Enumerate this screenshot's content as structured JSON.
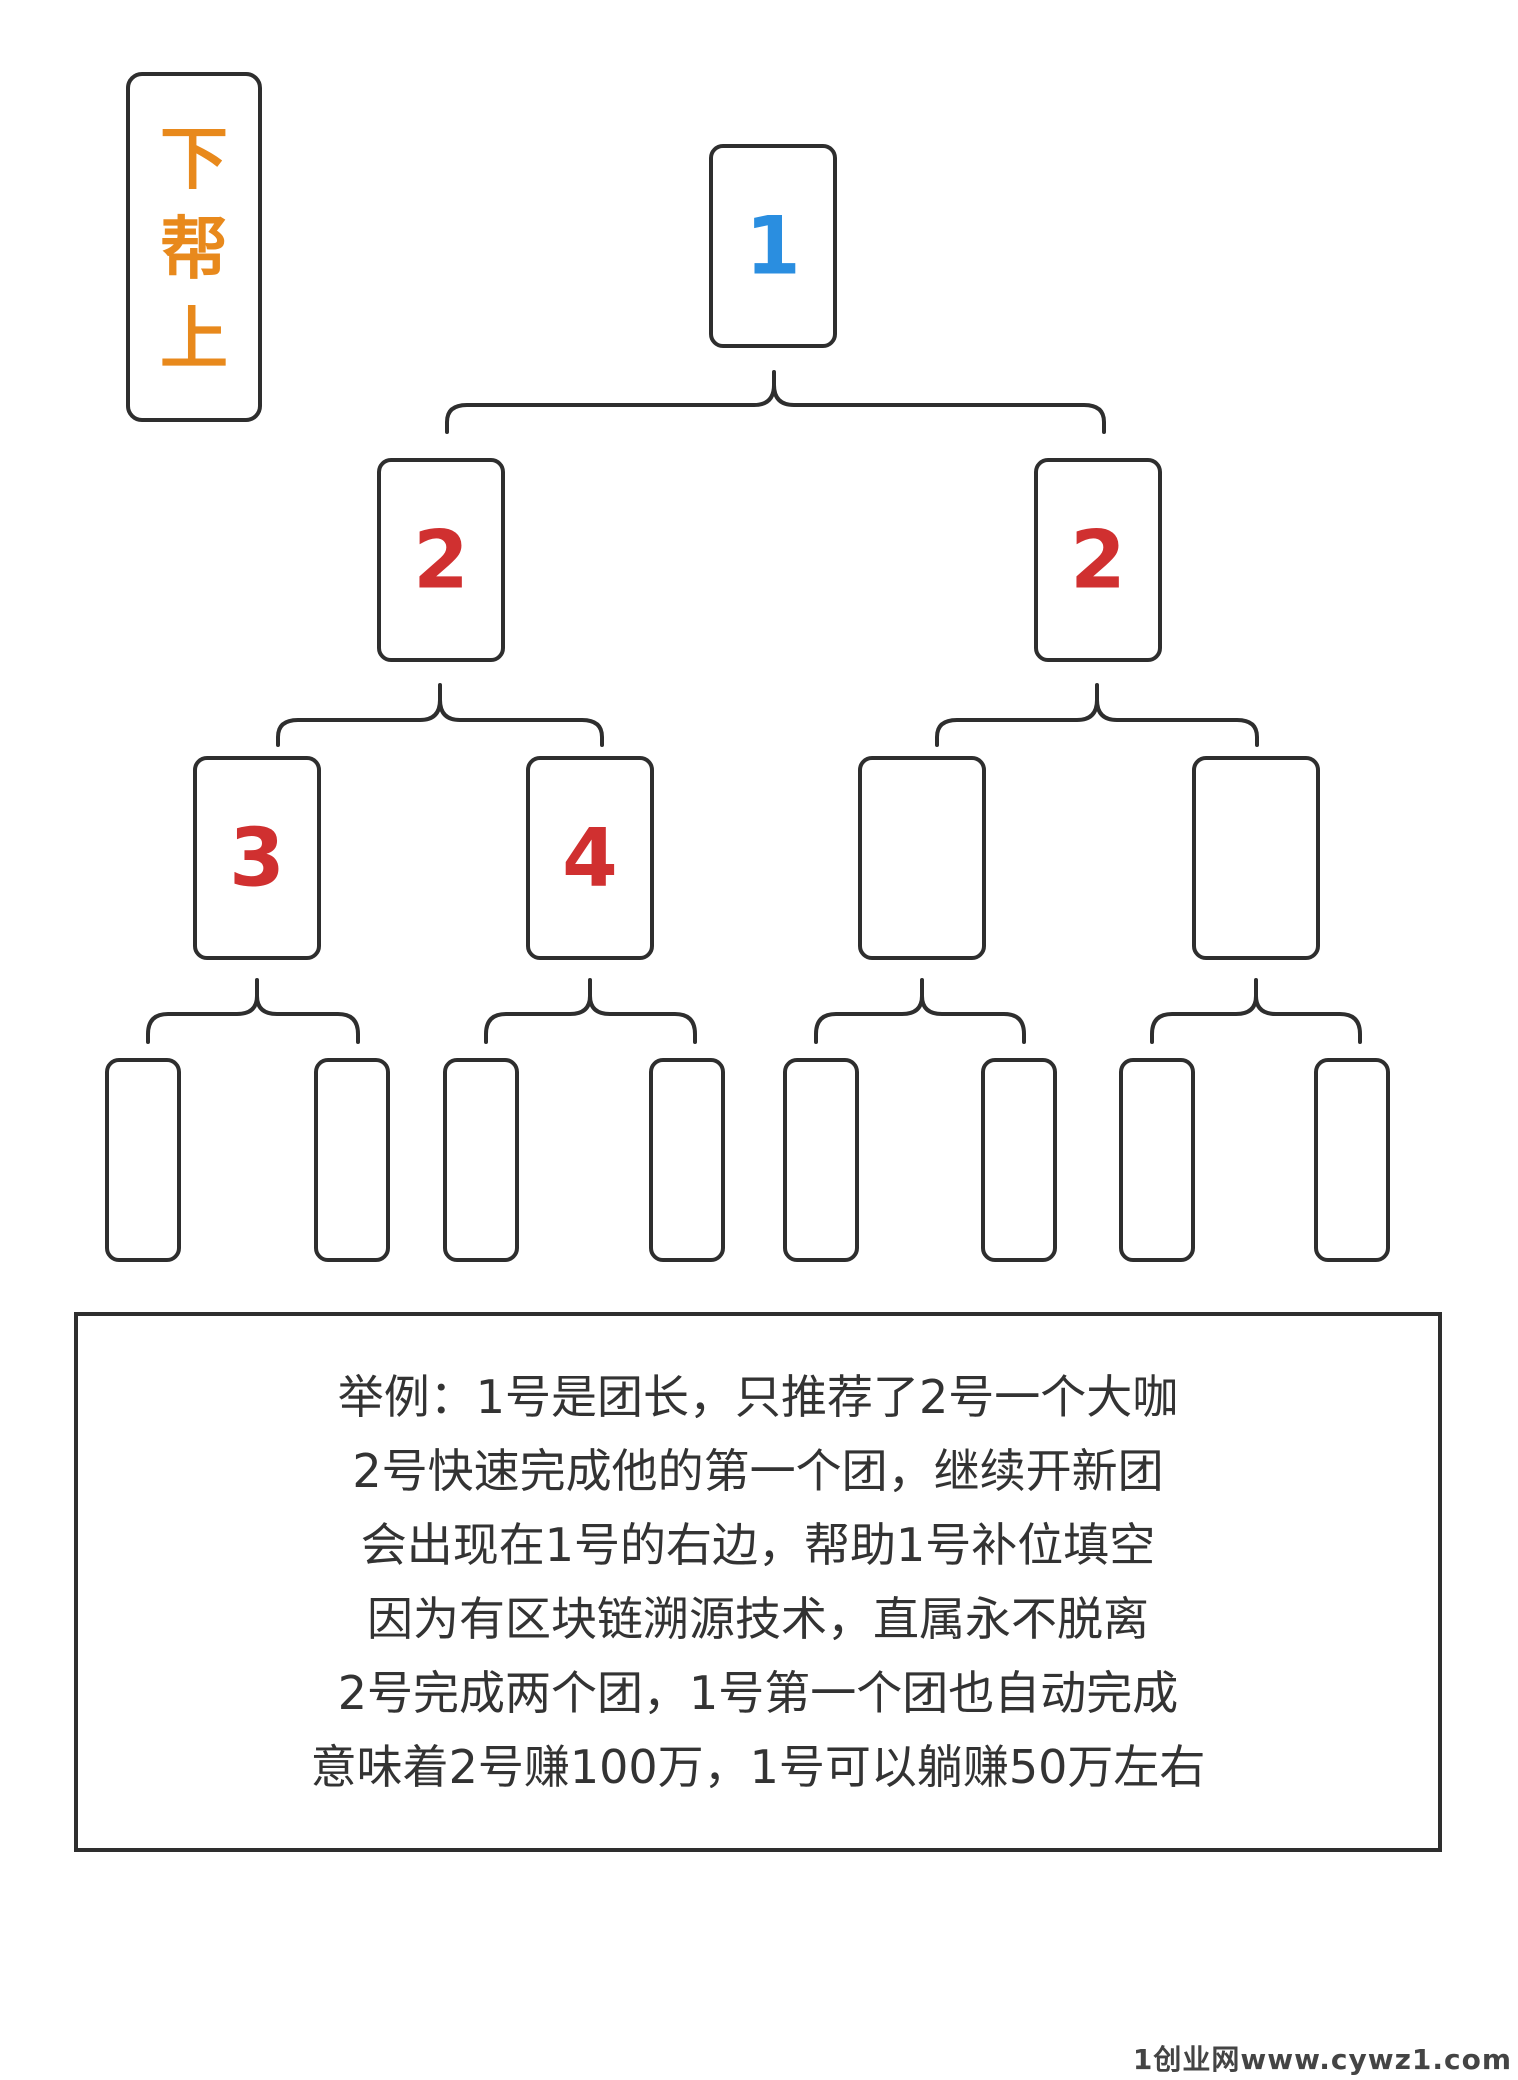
{
  "side_label": {
    "chars": [
      "下",
      "帮",
      "上"
    ],
    "color": "#e8891c"
  },
  "tree": {
    "nodes": [
      {
        "id": "n0",
        "label": "1",
        "color": "#2a8ee0"
      },
      {
        "id": "n1",
        "label": "2",
        "color": "#d03030"
      },
      {
        "id": "n2",
        "label": "2",
        "color": "#d03030"
      },
      {
        "id": "n3",
        "label": "3",
        "color": "#d03030"
      },
      {
        "id": "n4",
        "label": "4",
        "color": "#d03030"
      },
      {
        "id": "n5",
        "label": ""
      },
      {
        "id": "n6",
        "label": ""
      },
      {
        "id": "n7",
        "label": ""
      },
      {
        "id": "n8",
        "label": ""
      },
      {
        "id": "n9",
        "label": ""
      },
      {
        "id": "n10",
        "label": ""
      },
      {
        "id": "n11",
        "label": ""
      },
      {
        "id": "n12",
        "label": ""
      },
      {
        "id": "n13",
        "label": ""
      },
      {
        "id": "n14",
        "label": ""
      }
    ],
    "edges": [
      [
        "n0",
        "n1"
      ],
      [
        "n0",
        "n2"
      ],
      [
        "n1",
        "n3"
      ],
      [
        "n1",
        "n4"
      ],
      [
        "n2",
        "n5"
      ],
      [
        "n2",
        "n6"
      ],
      [
        "n3",
        "n7"
      ],
      [
        "n3",
        "n8"
      ],
      [
        "n4",
        "n9"
      ],
      [
        "n4",
        "n10"
      ],
      [
        "n5",
        "n11"
      ],
      [
        "n5",
        "n12"
      ],
      [
        "n6",
        "n13"
      ],
      [
        "n6",
        "n14"
      ]
    ]
  },
  "example": {
    "lines": [
      "举例：1号是团长，只推荐了2号一个大咖",
      "2号快速完成他的第一个团，继续开新团",
      "会出现在1号的右边，帮助1号补位填空",
      "因为有区块链溯源技术，直属永不脱离",
      "2号完成两个团，1号第一个团也自动完成",
      "意味着2号赚100万，1号可以躺赚50万左右"
    ]
  },
  "watermark": "1创业网www.cywz1.com"
}
